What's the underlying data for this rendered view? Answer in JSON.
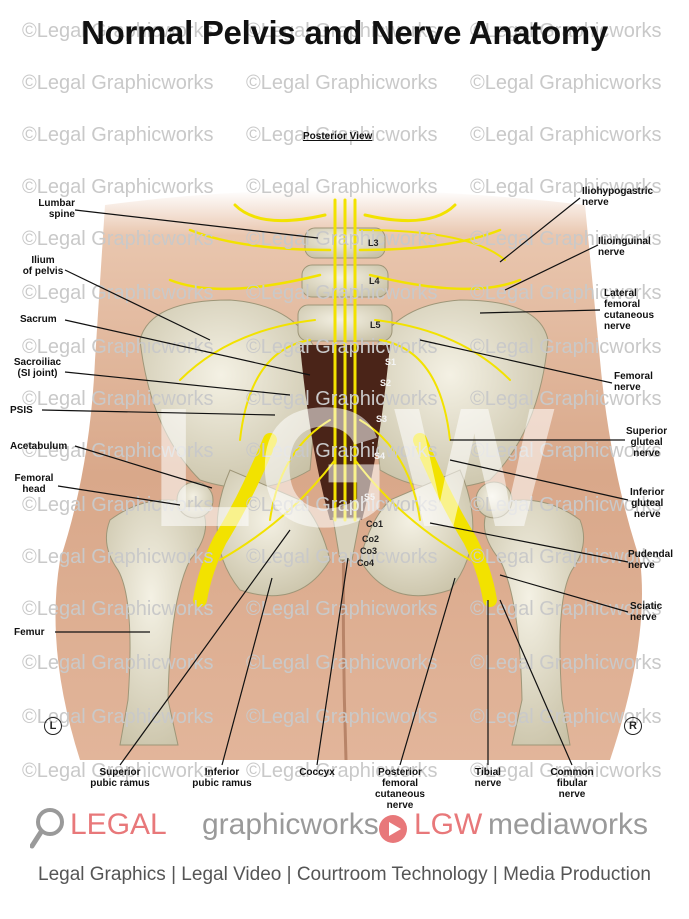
{
  "title": "Normal Pelvis and Nerve Anatomy",
  "view_label": "Posterior View",
  "watermark_text": "©Legal Graphicworks",
  "center_watermark": "LGW",
  "side_marks": {
    "left": "L",
    "right": "R"
  },
  "vertebrae": [
    "L3",
    "L4",
    "L5",
    "S1",
    "S2",
    "S3",
    "S4",
    "S5",
    "Co1",
    "Co2",
    "Co3",
    "Co4"
  ],
  "left_labels": {
    "lumbar_spine": "Lumbar\nspine",
    "ilium": "Ilium\nof pelvis",
    "sacrum": "Sacrum",
    "sacroiliac": "Sacroiliac\n(SI joint)",
    "psis": "PSIS",
    "acetabulum": "Acetabulum",
    "femoral_head": "Femoral\nhead",
    "femur": "Femur"
  },
  "right_labels": {
    "iliohypogastric": "Iliohypogastric\nnerve",
    "ilioinguinal": "Ilioinguinal\nnerve",
    "lateral_femoral": "Lateral\nfemoral\ncutaneous\nnerve",
    "femoral": "Femoral\nnerve",
    "superior_gluteal": "Superior\ngluteal\nnerve",
    "inferior_gluteal": "Inferior\ngluteal\nnerve",
    "pudendal": "Pudendal\nnerve",
    "sciatic": "Sciatic\nnerve"
  },
  "bottom_labels": {
    "superior_pubic": "Superior\npubic ramus",
    "inferior_pubic": "Inferior\npubic ramus",
    "coccyx": "Coccyx",
    "posterior_femoral": "Posterior\nfemoral\ncutaneous\nnerve",
    "tibial": "Tibial\nnerve",
    "common_fibular": "Common\nfibular\nnerve"
  },
  "footer": {
    "legal": "LEGAL",
    "graphicworks": "graphicworks",
    "lgw": "LGW",
    "mediaworks": "mediaworks",
    "tagline": "Legal Graphics | Legal Video | Courtroom Technology | Media Production"
  },
  "colors": {
    "skin": "#d9a88a",
    "bone": "#e6e1cf",
    "nerve": "#f2e200",
    "sacrum_dark": "#4a2418"
  }
}
